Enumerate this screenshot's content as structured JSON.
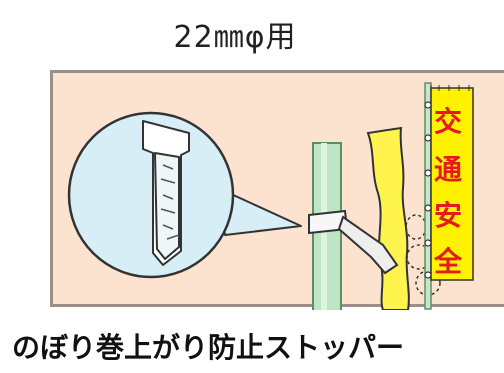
{
  "size_label": "22㎜φ用",
  "flag": {
    "chars": [
      "交",
      "通",
      "安",
      "全"
    ]
  },
  "caption": "のぼり巻上がり防止ストッパー"
}
